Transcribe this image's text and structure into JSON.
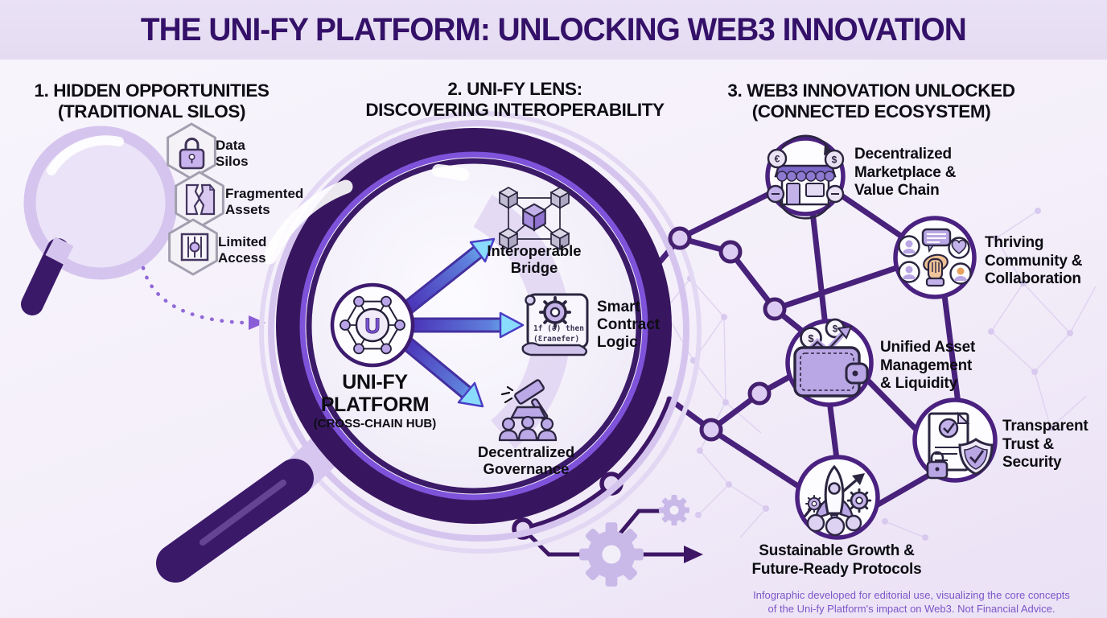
{
  "title": "THE UNI-FY PLATFORM: UNLOCKING WEB3 INNOVATION",
  "sections": {
    "silos": {
      "header": "1. HIDDEN OPPORTUNITIES\n(TRADITIONAL SILOS)",
      "items": [
        {
          "icon": "lock-icon",
          "label": "Data\nSilos"
        },
        {
          "icon": "torn-document-icon",
          "label": "Fragmented\nAssets"
        },
        {
          "icon": "gate-icon",
          "label": "Limited\nAccess"
        }
      ]
    },
    "lens": {
      "header": "2. UNI-FY LENS:\nDISCOVERING INTEROPERABILITY",
      "hub": {
        "name": "UNI-FY\nPLATFORM",
        "subtitle": "(CROSS-CHAIN HUB)",
        "logo_letter": "U"
      },
      "targets": [
        {
          "icon": "linked-cubes-icon",
          "label": "Interoperable\nBridge"
        },
        {
          "icon": "scroll-gear-icon",
          "label": "Smart\nContract\nLogic",
          "code_lines": [
            "1f (ə) then",
            "(Ɛranefer)"
          ]
        },
        {
          "icon": "gavel-people-icon",
          "label": "Decentralized\nGovernance"
        }
      ]
    },
    "ecosystem": {
      "header": "3. WEB3 INNOVATION UNLOCKED\n(CONNECTED ECOSYSTEM)",
      "nodes": [
        {
          "icon": "storefront-icon",
          "label": "Decentralized\nMarketplace &\nValue Chain"
        },
        {
          "icon": "community-icon",
          "label": "Thriving\nCommunity &\nCollaboration"
        },
        {
          "icon": "wallet-growth-icon",
          "label": "Unified Asset\nManagement\n& Liquidity"
        },
        {
          "icon": "shield-document-icon",
          "label": "Transparent\nTrust &\nSecurity"
        },
        {
          "icon": "rocket-icon",
          "label": "Sustainable Growth &\nFuture-Ready Protocols"
        }
      ]
    }
  },
  "glyphs": {
    "coin_dollar": "$",
    "coin_euro": "€"
  },
  "footer": "Infographic developed for editorial use, visualizing the core concepts\nof the Uni-fy Platform's impact on Web3. Not Financial Advice.",
  "colors": {
    "title_purple": "#341168",
    "banner_bg": "#e7dff3",
    "rim_dark_purple": "#38165f",
    "ring_violet": "#7e53da",
    "edge_purple": "#48217b",
    "lavender": "#c9b6e8",
    "arrow_blue": "#8adcfc",
    "arrow_indigo": "#4a34b8",
    "text_dark": "#0e0e14",
    "footer_text": "#7c55c8"
  }
}
